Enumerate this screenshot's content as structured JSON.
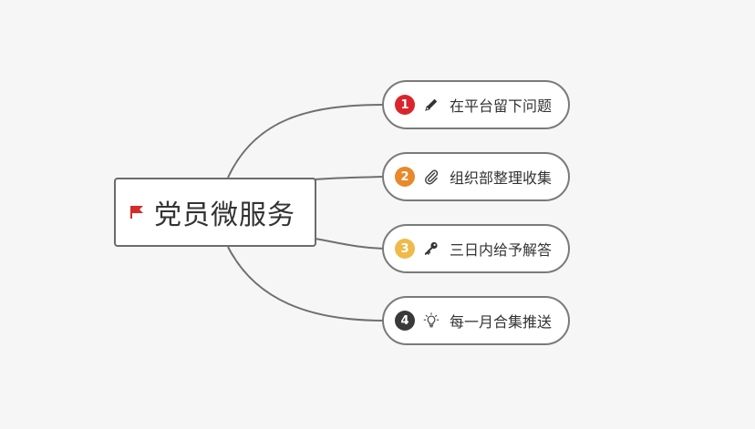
{
  "central": {
    "label": "党员微服务",
    "icon": "flag-icon",
    "icon_color": "#d42b2b"
  },
  "branches": [
    {
      "number": "1",
      "badge_color": "#d9252b",
      "icon": "pencil-icon",
      "label": "在平台留下问题"
    },
    {
      "number": "2",
      "badge_color": "#e8892b",
      "icon": "paperclip-icon",
      "label": "组织部整理收集"
    },
    {
      "number": "3",
      "badge_color": "#efba4a",
      "icon": "key-icon",
      "label": "三日内给予解答"
    },
    {
      "number": "4",
      "badge_color": "#3a3a3a",
      "icon": "lightbulb-icon",
      "label": "每一月合集推送"
    }
  ],
  "colors": {
    "background": "#f6f6f6",
    "connector": "#6f6f6f",
    "border": "#7a7a7a"
  }
}
